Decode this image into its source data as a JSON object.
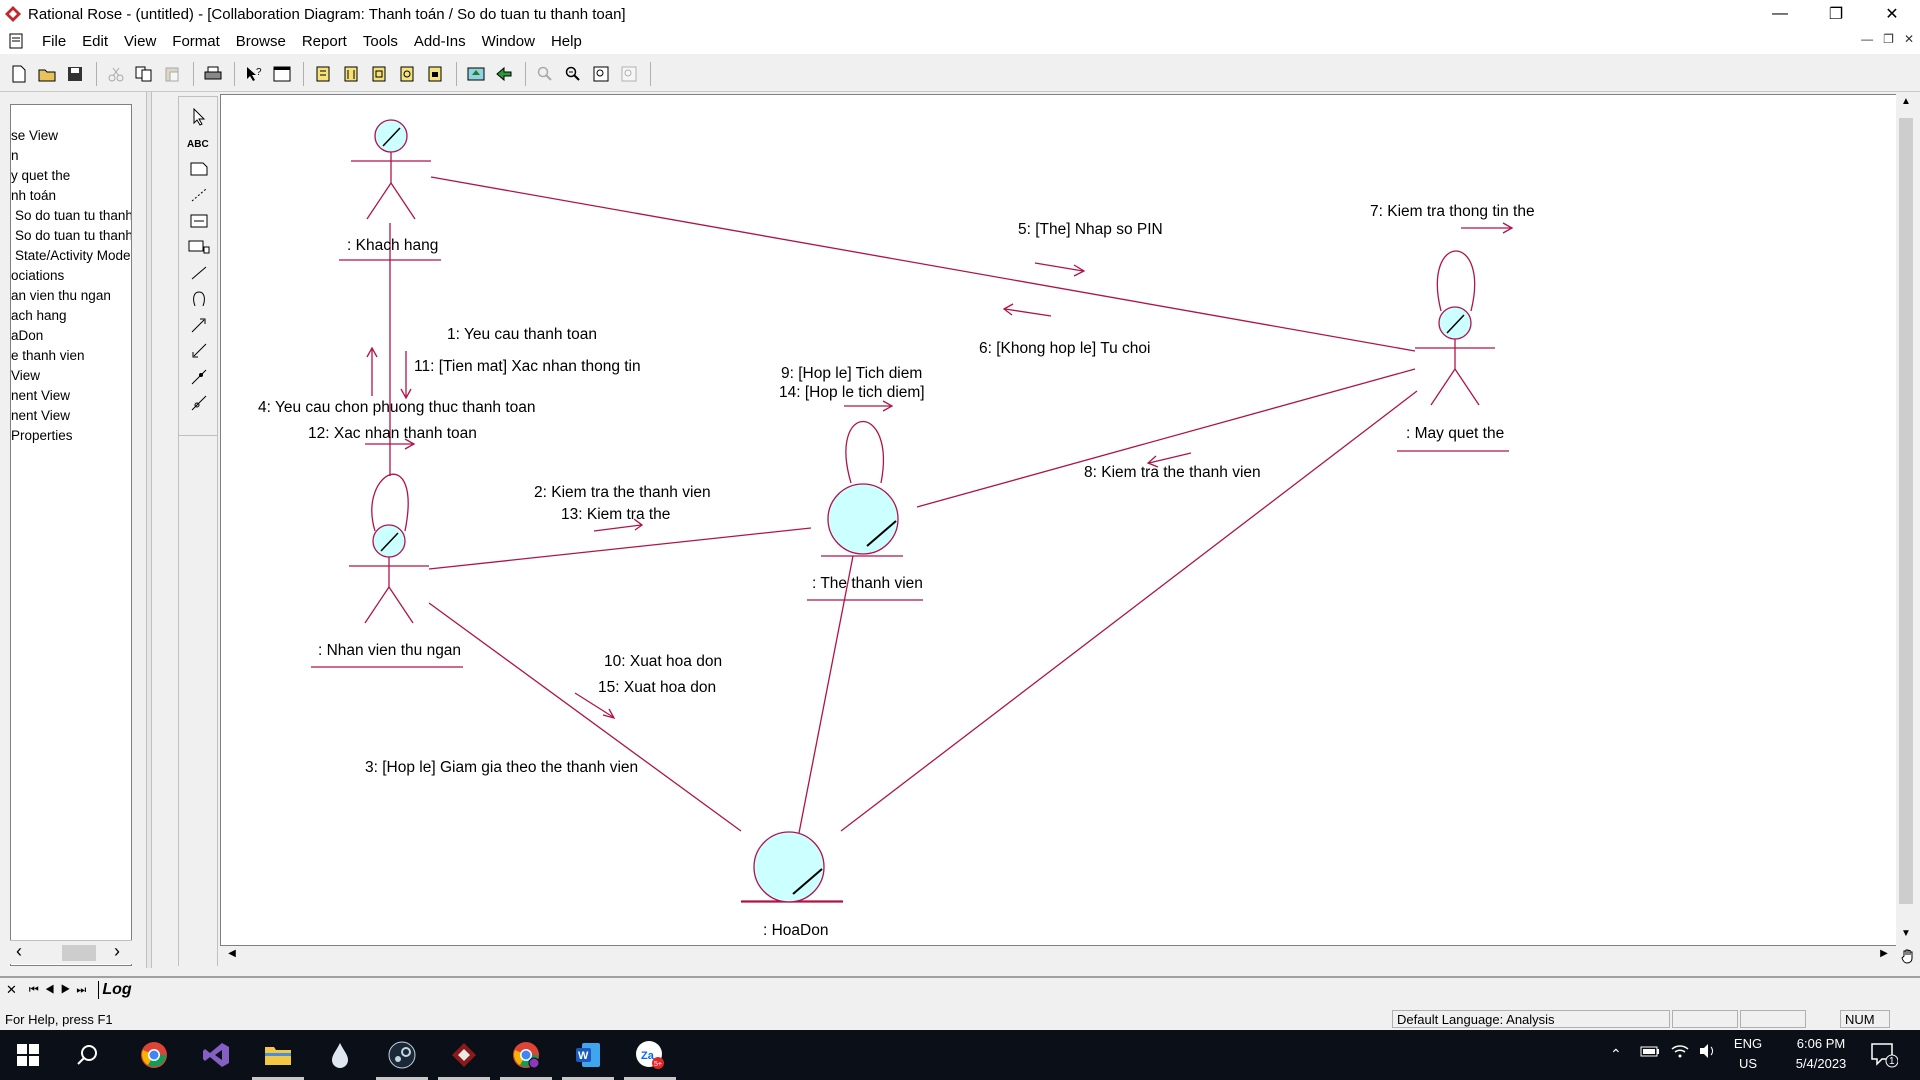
{
  "window": {
    "title": "Rational Rose - (untitled) - [Collaboration Diagram: Thanh toán / So do tuan tu thanh toan]",
    "min": "—",
    "max": "❐",
    "close": "✕"
  },
  "menu": [
    "File",
    "Edit",
    "View",
    "Format",
    "Browse",
    "Report",
    "Tools",
    "Add-Ins",
    "Window",
    "Help"
  ],
  "browser": {
    "items": [
      "se View",
      "n",
      "y quet the",
      "nh toán",
      "So do tuan tu thanh",
      "So do tuan tu thanh",
      "State/Activity Mode",
      "ociations",
      "an vien thu ngan",
      "ach hang",
      "aDon",
      "e thanh vien",
      "View",
      "nent View",
      "nent View",
      "Properties"
    ],
    "scroll_left": "‹",
    "scroll_right": "›"
  },
  "diagram": {
    "objects": {
      "khach_hang": ": Khach hang",
      "nhan_vien": ": Nhan vien thu ngan",
      "may_quet": ": May quet the",
      "the_thanh_vien": ": The thanh vien",
      "hoa_don": ": HoaDon"
    },
    "messages": {
      "m1": "1: Yeu cau thanh toan",
      "m11": "11: [Tien mat] Xac nhan thong tin",
      "m4": "4: Yeu cau chon phuong thuc  thanh toan",
      "m12": "12: Xac nhan thanh toan",
      "m2": "2: Kiem tra the thanh vien",
      "m13": "13: Kiem tra the",
      "m9": "9: [Hop le] Tich diem",
      "m14": "14: [Hop le tich diem]",
      "m5": "5: [The] Nhap so PIN",
      "m6": "6: [Khong hop le]  Tu choi",
      "m7": "7: Kiem tra thong tin the",
      "m8": "8: Kiem tra the thanh vien",
      "m10": "10: Xuat hoa don",
      "m15": "15: Xuat hoa don",
      "m3": "3: [Hop le] Giam gia theo the thanh vien"
    },
    "line_color": "#b0134a",
    "object_fill": "#ccffff"
  },
  "logbar": {
    "tab": "Log"
  },
  "status": {
    "help": "For Help, press F1",
    "language": "Default Language: Analysis",
    "num": "NUM"
  },
  "taskbar": {
    "lang": "ENG",
    "region": "US",
    "time": "6:06 PM",
    "date": "5/4/2023",
    "notification_count": "1",
    "icons": [
      "windows-start-icon",
      "search-icon",
      "chrome-icon",
      "visual-studio-icon",
      "file-explorer-icon",
      "droplet-app-icon",
      "steam-icon",
      "rational-rose-icon",
      "chrome-profile-icon",
      "word-icon",
      "zalo-icon"
    ]
  }
}
